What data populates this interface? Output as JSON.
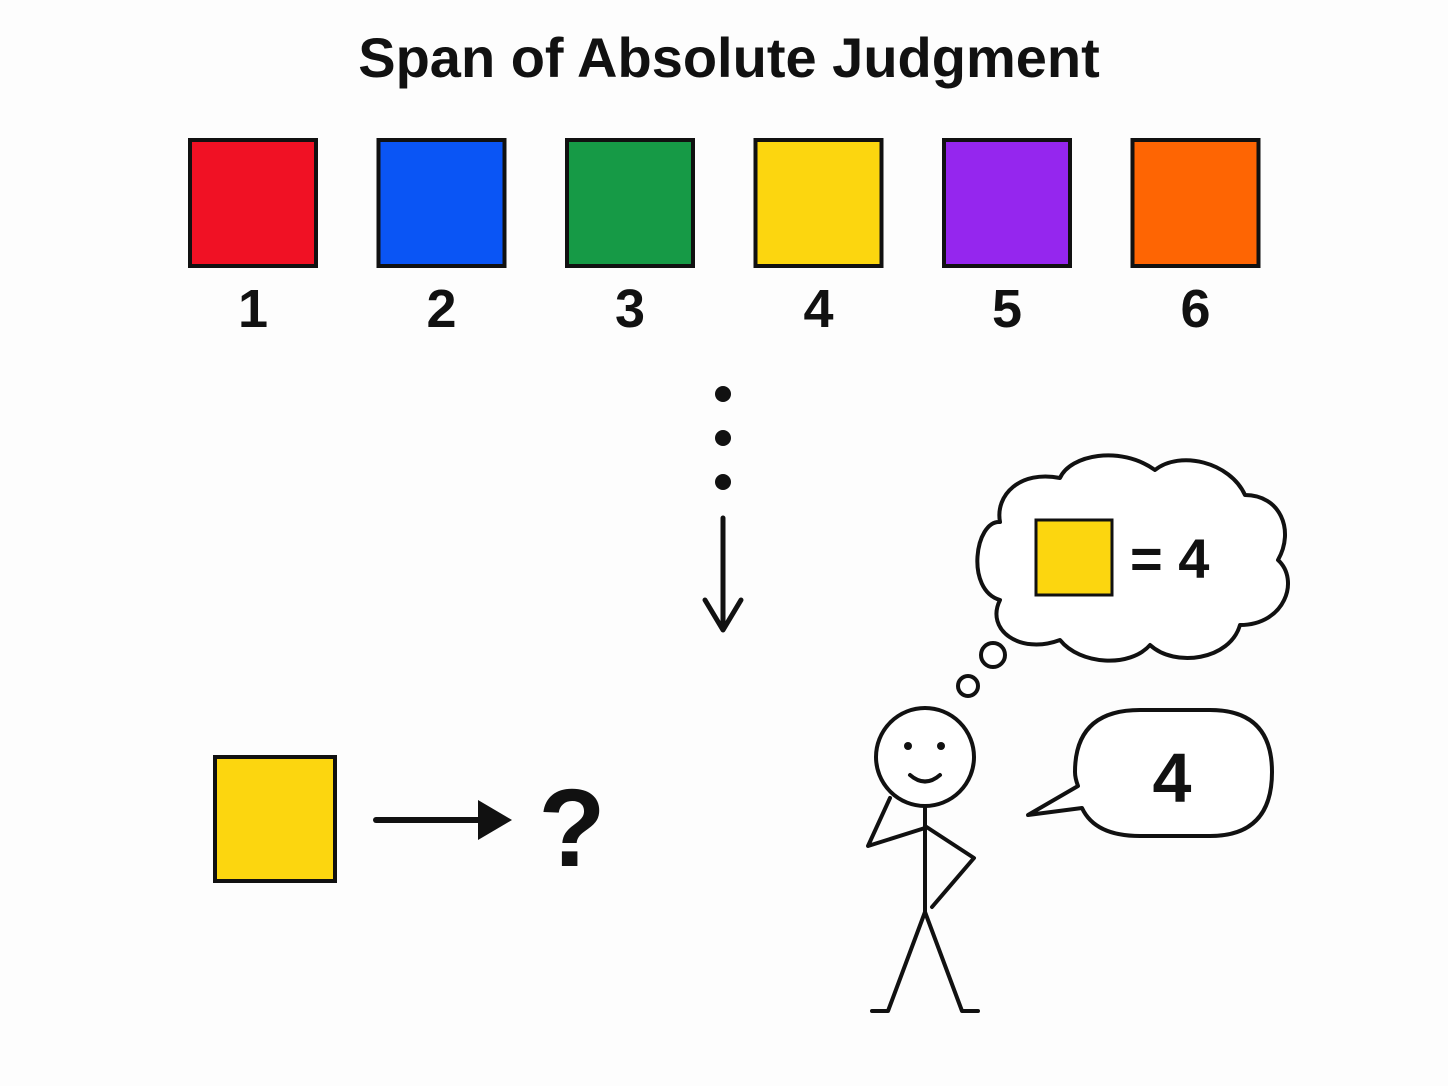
{
  "title": "Span of Absolute Judgment",
  "palette": [
    {
      "label": "1",
      "color": "#f01124"
    },
    {
      "label": "2",
      "color": "#0a55f5"
    },
    {
      "label": "3",
      "color": "#169a46"
    },
    {
      "label": "4",
      "color": "#fcd60f"
    },
    {
      "label": "5",
      "color": "#9526ee"
    },
    {
      "label": "6",
      "color": "#fe6503"
    }
  ],
  "stimulus": {
    "color": "#fcd60f",
    "question": "?"
  },
  "thought": {
    "swatch_color": "#fcd60f",
    "text": "= 4"
  },
  "speech": {
    "text": "4"
  },
  "colors": {
    "ink": "#111111",
    "background": "#fdfdfd"
  }
}
